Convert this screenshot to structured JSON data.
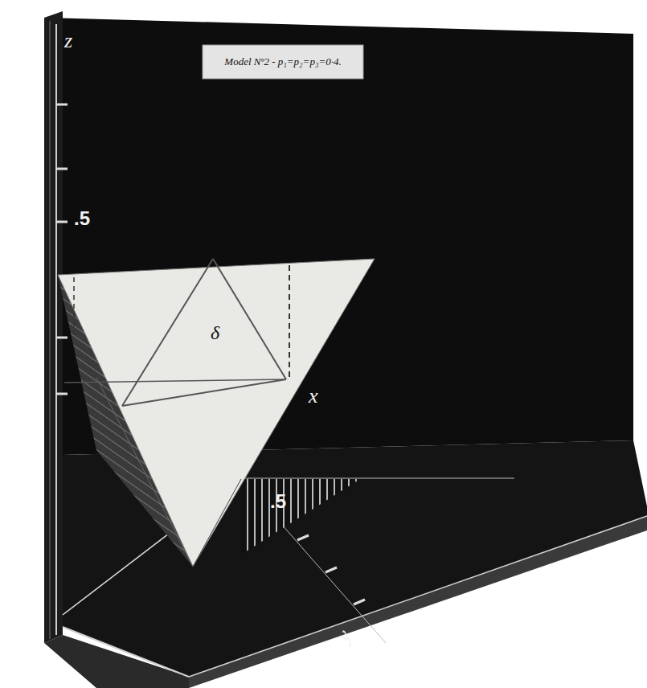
{
  "diagram": {
    "labels": [
      "Model Nº2 - p₁=p₂=p₃=0·4.",
      "z",
      ".5",
      "δ",
      "x",
      ".5",
      "y"
    ]
  }
}
